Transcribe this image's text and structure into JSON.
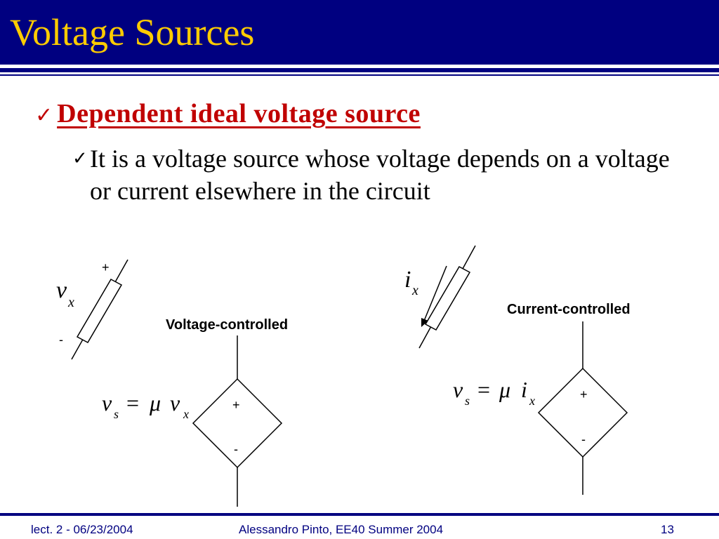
{
  "slide": {
    "title": "Voltage Sources",
    "bullet_level1": "Dependent ideal voltage source",
    "bullet_level2": "It is a voltage source whose voltage depends on a voltage or current elsewhere in the circuit",
    "check_glyph": "✓"
  },
  "circuit": {
    "left_branch": {
      "plus": "+",
      "minus": "-",
      "var_main": "v",
      "var_sub": "x"
    },
    "current_branch": {
      "var_main": "i",
      "var_sub": "x"
    },
    "voltage_controlled": {
      "caption": "Voltage-controlled",
      "plus": "+",
      "minus": "-",
      "eq_lhs_main": "v",
      "eq_lhs_sub": "s",
      "eq_op": "=",
      "eq_coef": "μ",
      "eq_rhs_main": "v",
      "eq_rhs_sub": "x"
    },
    "current_controlled": {
      "caption": "Current-controlled",
      "plus": "+",
      "minus": "-",
      "eq_lhs_main": "v",
      "eq_lhs_sub": "s",
      "eq_op": "=",
      "eq_coef": "μ",
      "eq_rhs_main": "i",
      "eq_rhs_sub": "x"
    }
  },
  "footer": {
    "left": "lect. 2 - 06/23/2004",
    "center": "Alessandro Pinto, EE40 Summer 2004",
    "right": "13"
  },
  "colors": {
    "title_bar": "#000080",
    "title_text": "#ffcc00",
    "accent_red": "#c00000",
    "footer_text": "#000080"
  }
}
